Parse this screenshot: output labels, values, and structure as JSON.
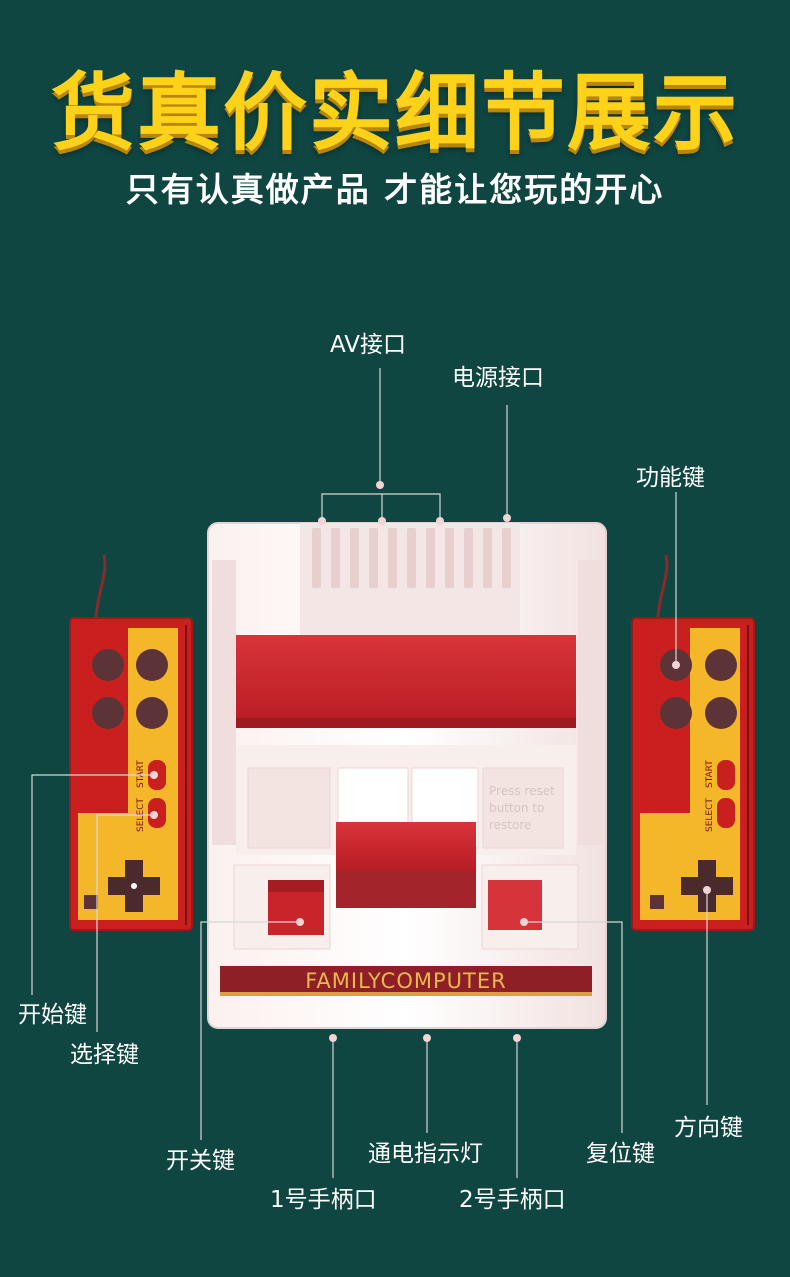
{
  "header": {
    "title": "货真价实细节展示",
    "subtitle": "只有认真做产品 才能让您玩的开心"
  },
  "callouts": {
    "av_port": "AV接口",
    "power_port": "电源接口",
    "function_key": "功能键",
    "start_key": "开始键",
    "select_key": "选择键",
    "power_switch": "开关键",
    "power_indicator": "通电指示灯",
    "reset_key": "复位键",
    "direction_key": "方向键",
    "controller_port_1": "1号手柄口",
    "controller_port_2": "2号手柄口"
  },
  "console": {
    "brand": "FAMILYCOMPUTER",
    "button_text": [
      "Press reset",
      "button to",
      "restore"
    ]
  },
  "controller": {
    "start_label": "START",
    "select_label": "SELECT"
  },
  "colors": {
    "background": "#0f4642",
    "title": "#ffd21a",
    "console_body": "#f6ecea",
    "console_red": "#c8242a",
    "brand_strip": "#8e1f26",
    "controller_red": "#c9201f",
    "controller_yellow": "#f5b72a",
    "button": "#5c3438"
  }
}
